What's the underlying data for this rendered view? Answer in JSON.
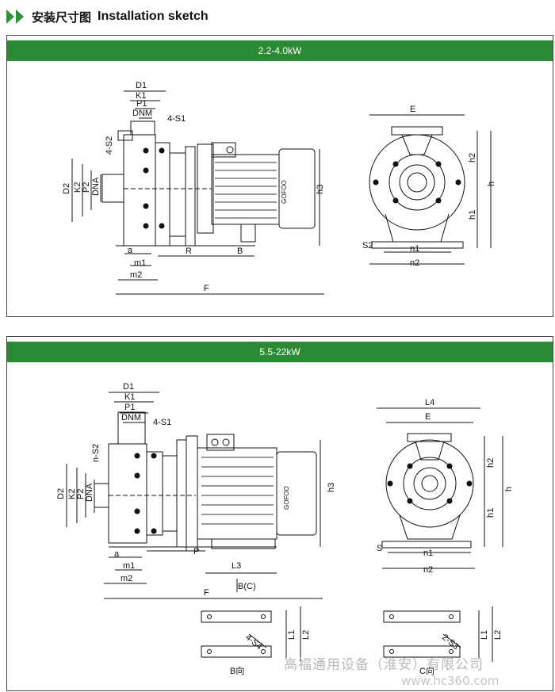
{
  "header": {
    "title_zh": "安装尺寸图",
    "title_en": "Installation sketch"
  },
  "panel1": {
    "label": "2.2-4.0kW",
    "side": {
      "D1": "D1",
      "K1": "K1",
      "P1": "P1",
      "DNM": "DNM",
      "S1": "4-S1",
      "S2": "4-S2",
      "D2": "D2",
      "K2": "K2",
      "P2": "P2",
      "DNA": "DNA",
      "a": "a",
      "m1": "m1",
      "m2": "m2",
      "R": "R",
      "B": "B",
      "F": "F",
      "h3": "h3"
    },
    "front": {
      "E": "E",
      "h2": "h2",
      "h": "h",
      "h1": "h1",
      "S2": "S2",
      "n1": "n1",
      "n2": "n2"
    }
  },
  "panel2": {
    "label": "5.5-22kW",
    "side": {
      "D1": "D1",
      "K1": "K1",
      "P1": "P1",
      "DNM": "DNM",
      "S1": "4-S1",
      "S2": "n-S2",
      "D2": "D2",
      "K2": "K2",
      "P2": "P2",
      "DNA": "DNA",
      "a": "a",
      "m1": "m1",
      "m2": "m2",
      "P": "P",
      "L3": "L3",
      "F": "F",
      "BC": "B(C)",
      "h3": "h3"
    },
    "front": {
      "L4": "L4",
      "E": "E",
      "h2": "h2",
      "h": "h",
      "h1": "h1",
      "S": "S",
      "n1": "n1",
      "n2": "n2"
    },
    "b_view": {
      "label": "B向",
      "S4": "4-S4",
      "L1": "L1",
      "L2": "L2"
    },
    "c_view": {
      "label": "C向",
      "S3": "2-S3",
      "L1": "L1",
      "L2": "L2"
    }
  },
  "motor_brand": "GOFOO",
  "watermark": {
    "company": "高福通用设备（淮安）有限公司",
    "url": "www.hc360.com"
  }
}
